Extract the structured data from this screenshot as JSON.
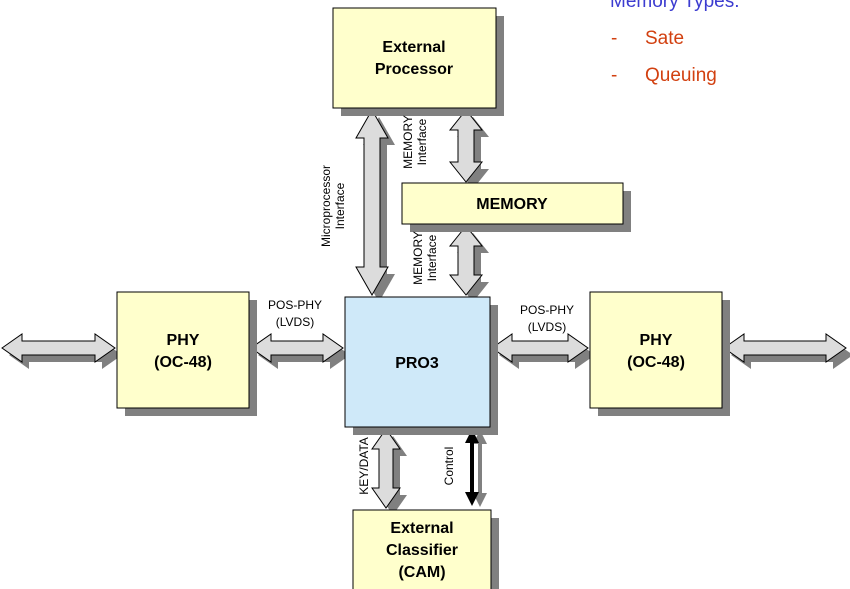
{
  "blocks": {
    "external_processor": [
      "External",
      "Processor"
    ],
    "memory": "MEMORY",
    "phy_left": [
      "PHY",
      "(OC-48)"
    ],
    "pro3": "PRO3",
    "phy_right": [
      "PHY",
      "(OC-48)"
    ],
    "classifier": [
      "External",
      "Classifier",
      "(CAM)"
    ]
  },
  "labels": {
    "microprocessor_interface": [
      "Microprocessor",
      "Interface"
    ],
    "memory_interface_top": [
      "MEMORY",
      "Interface"
    ],
    "memory_interface_bottom": [
      "MEMORY",
      "Interface"
    ],
    "pos_phy_left": [
      "POS-PHY",
      "(LVDS)"
    ],
    "pos_phy_right": [
      "POS-PHY",
      "(LVDS)"
    ],
    "key_data": "KEY/DATA",
    "control": "Control"
  },
  "notes": {
    "title": "Memory Types:",
    "items": [
      "Sate",
      "Queuing"
    ],
    "bullet": "-"
  },
  "colors": {
    "block_fill": "#ffffcc",
    "pro3_fill": "#cfe9f9",
    "shadow": "#808080",
    "arrow_fill": "#dcdcdc",
    "notes_title": "#3c3cd0",
    "notes_items": "#d24010"
  }
}
